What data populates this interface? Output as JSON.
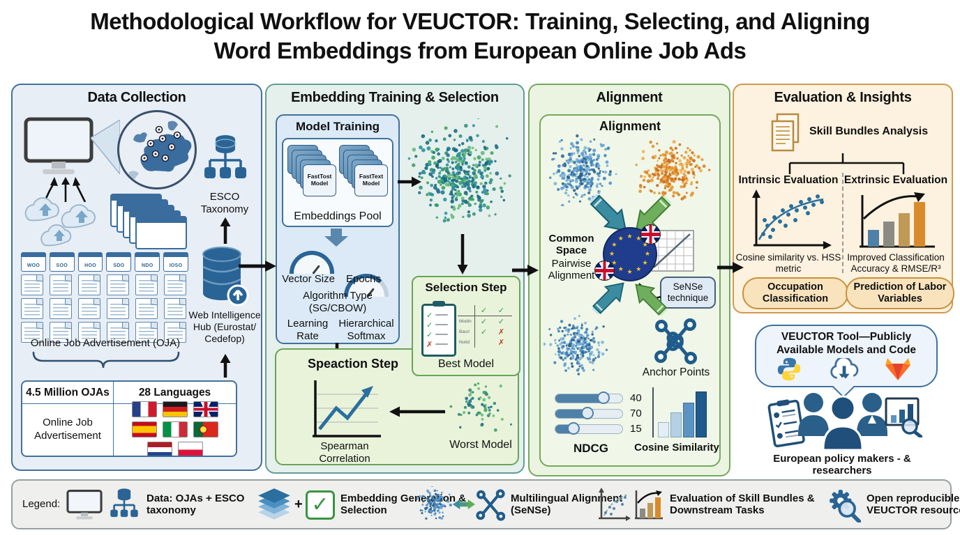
{
  "title": "Methodological Workflow for VEUCTOR: Training, Selecting, and Aligning Word Embeddings from European Online Job Ads",
  "data_collection": {
    "title": "Data Collection",
    "esco_label": "ESCO Taxonomy",
    "hub_label": "Web Intelligence Hub (Eurostat/ Cedefop)",
    "tiles": [
      "WOO",
      "SOO",
      "HOO",
      "SDO",
      "NDO",
      "IOSO"
    ],
    "oja_label": "Online Job Advertisement (OJA)",
    "table": {
      "col1_header": "4.5 Million OJAs",
      "col2_header": "28 Languages",
      "row_label": "Online Job Advertisement",
      "flags": [
        "france",
        "germany",
        "uk",
        "spain",
        "italy",
        "portugal",
        "netherlands",
        "poland"
      ]
    }
  },
  "embedding": {
    "title": "Embedding Training & Selection",
    "model_training_title": "Model Training",
    "card1": "FastTost Model",
    "card2": "FastText Model",
    "pool_label": "Embeddings Pool",
    "gauge1": "Vector Size",
    "gauge2": "Epochs",
    "algorithm": "Algorithm Type (SG/CBOW)",
    "learning_rate": "Learning Rate",
    "softmax": "Hierarchical Softmax",
    "selection_title": "Selection Step",
    "selection_rows": [
      "Modin",
      "Bacrl",
      "Nutid"
    ],
    "best_label": "Best Model",
    "speaction_title": "Speaction Step",
    "spearman_label": "Spearman Correlation",
    "worst_label": "Worst Model"
  },
  "alignment": {
    "title": "Alignment",
    "inner_title": "Alignment",
    "common_space": "Common Space",
    "pairwise": "Pairwise Alignment",
    "sense": "SeNSe technique",
    "anchor": "Anchor Points",
    "slider_values": [
      "40",
      "70",
      "15"
    ],
    "ndcg": "NDCG",
    "cosine": "Cosine Similarity"
  },
  "evaluation": {
    "title": "Evaluation & Insights",
    "skill_bundles": "Skill Bundles Analysis",
    "intrinsic": "Intrinsic Evaluation",
    "extrinsic": "Extrinsic Evaluation",
    "intrinsic_caption": "Cosine similarity vs. HSS metric",
    "extrinsic_caption": "Improved Classification Accuracy & RMSE/R³",
    "pill1": "Occupation Classification",
    "pill2": "Prediction of Labor Variables"
  },
  "tool": {
    "bubble": "VEUCTOR Tool—Publicly Available Models and Code",
    "audience": "European policy makers - & researchers"
  },
  "legend": {
    "label": "Legend:",
    "plus": "+",
    "item1": "Data: OJAs + ESCO taxonomy",
    "item2": "Embedding Generation & Selection",
    "item3": "Multilingual Alignment (SeNSe)",
    "item4": "Evaluation of Skill Bundles & Downstream Tasks",
    "item5": "Open reproducible VEUCTOR resource"
  },
  "colors": {
    "steel_blue": "#41719c",
    "teal_border": "#5f9e97",
    "green_border": "#6da55a",
    "orange_border": "#cf9a4e",
    "dark_icon_blue": "#2a6496",
    "eu_blue": "#1f3d8c",
    "check_green": "#2e9e44",
    "cross_red": "#c0392b"
  }
}
